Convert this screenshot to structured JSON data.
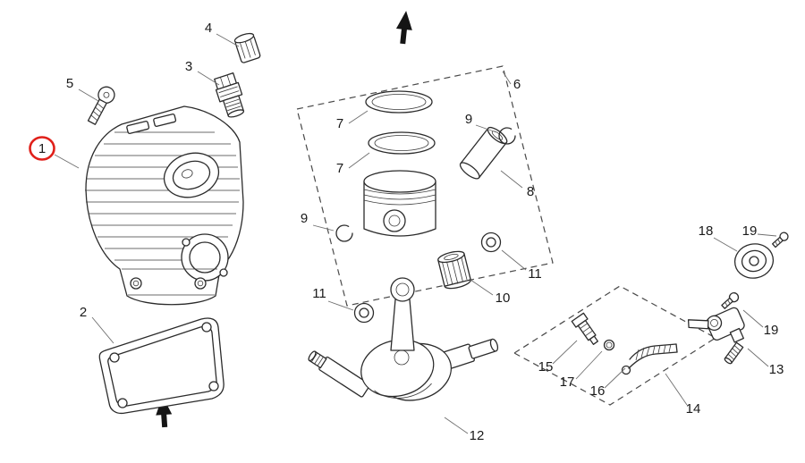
{
  "figure": {
    "kind": "exploded-parts-diagram",
    "background": "#ffffff"
  },
  "colors": {
    "ink": "#2b2b2b",
    "label": "#1a1a1a",
    "leader": "#6f6f6f",
    "dash": "#4a4a4a",
    "highlight": "#e0201a"
  },
  "callouts": [
    {
      "label": "4"
    },
    {
      "label": "3"
    },
    {
      "label": "5"
    },
    {
      "label": "1",
      "highlighted": true
    },
    {
      "label": "2"
    },
    {
      "label": "7"
    },
    {
      "label": "7"
    },
    {
      "label": "6"
    },
    {
      "label": "9"
    },
    {
      "label": "8"
    },
    {
      "label": "9"
    },
    {
      "label": "11"
    },
    {
      "label": "10"
    },
    {
      "label": "11"
    },
    {
      "label": "12"
    },
    {
      "label": "15"
    },
    {
      "label": "17"
    },
    {
      "label": "16"
    },
    {
      "label": "14"
    },
    {
      "label": "18"
    },
    {
      "label": "19"
    },
    {
      "label": "19"
    },
    {
      "label": "13"
    }
  ]
}
